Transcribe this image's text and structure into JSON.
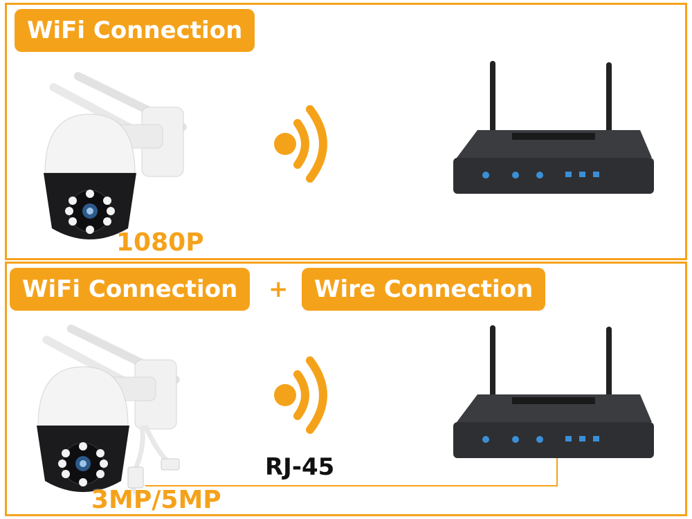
{
  "colors": {
    "accent": "#f5a21b",
    "router_body": "#2d2f33",
    "led": "#3b8fd6"
  },
  "top_panel": {
    "title": "WiFi Connection",
    "resolution": "1080P",
    "icons": [
      "camera-icon",
      "wifi-signal-icon",
      "router-icon"
    ]
  },
  "bottom_panel": {
    "title_left": "WiFi Connection",
    "plus": "+",
    "title_right": "Wire Connection",
    "cable_label": "RJ-45",
    "resolution": "3MP/5MP",
    "icons": [
      "camera-icon",
      "wifi-signal-icon",
      "router-icon",
      "ethernet-cable-icon"
    ]
  }
}
